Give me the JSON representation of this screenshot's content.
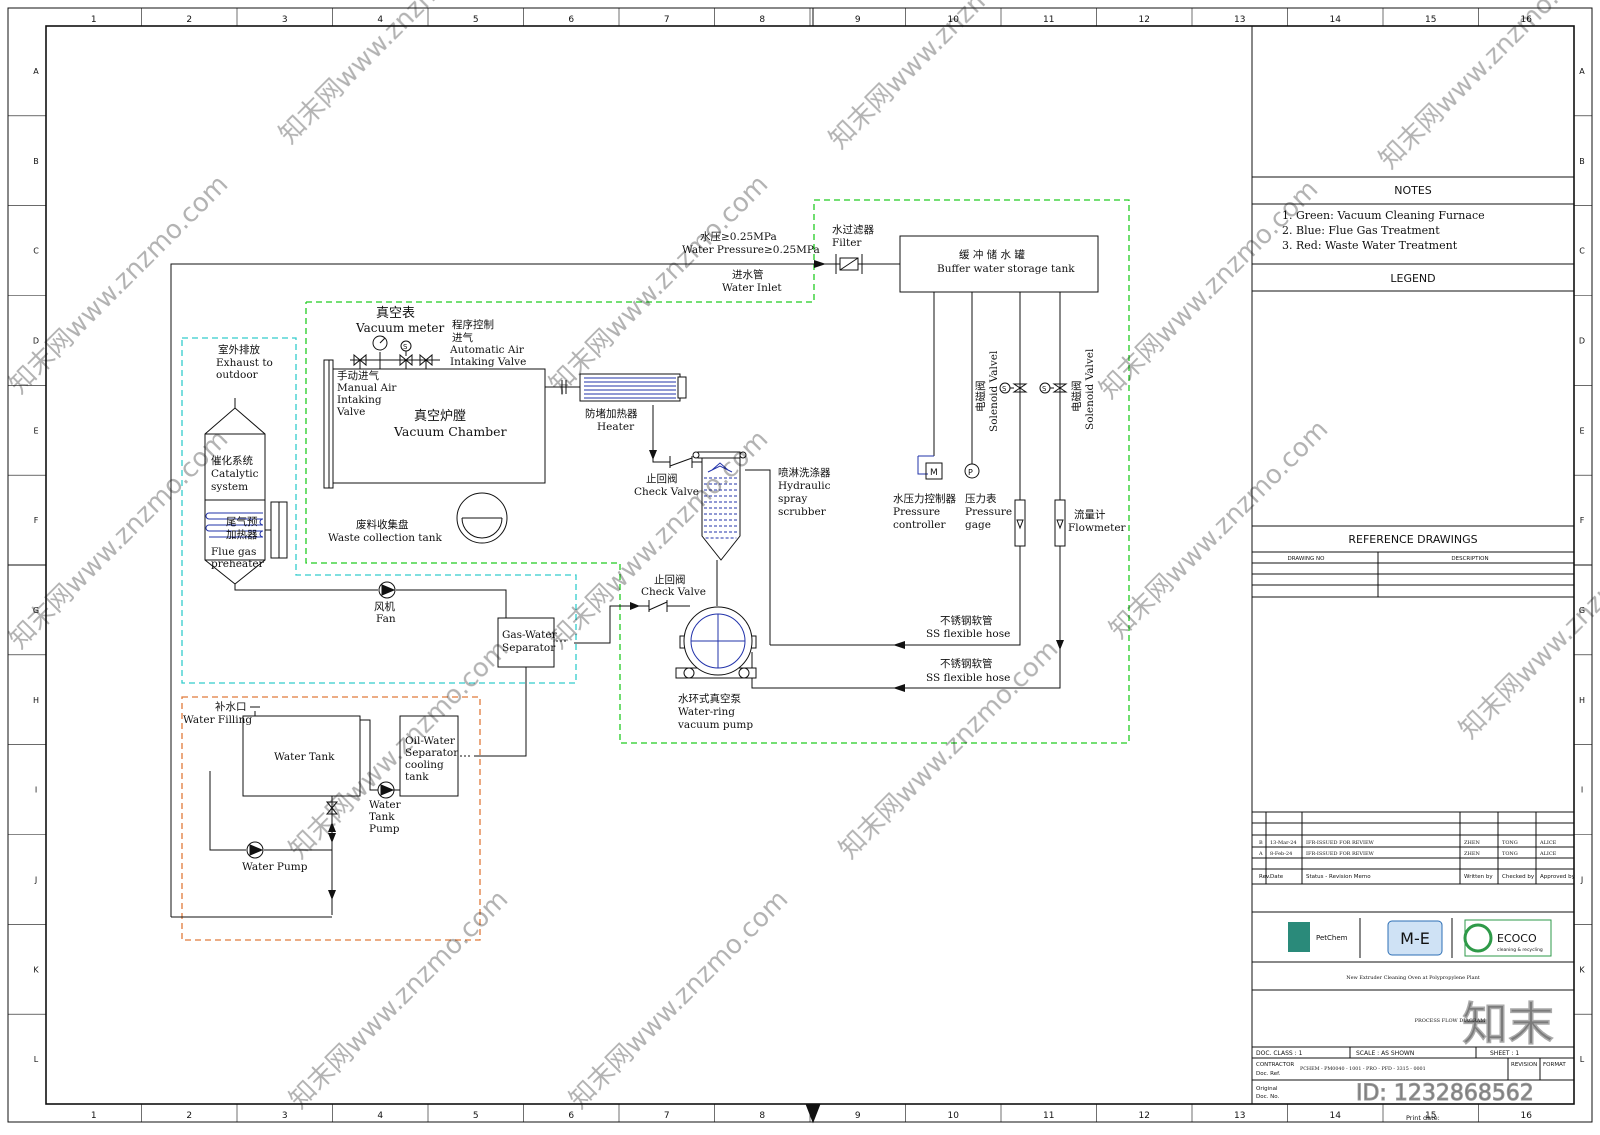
{
  "grid": {
    "cols": [
      "1",
      "2",
      "3",
      "4",
      "5",
      "6",
      "7",
      "8",
      "9",
      "10",
      "11",
      "12",
      "13",
      "14",
      "15",
      "16"
    ],
    "rows": [
      "A",
      "B",
      "C",
      "D",
      "E",
      "F",
      "G",
      "H",
      "I",
      "J",
      "K",
      "L"
    ]
  },
  "colors": {
    "green": "#22cc22",
    "cyan": "#33cccc",
    "orange": "#e07a3a",
    "blue": "#2233aa",
    "line": "#111111"
  },
  "labels": {
    "water_pressure_cn": "水压≥0.25MPa",
    "water_pressure_en": "Water Pressure≥0.25MPa",
    "water_inlet_cn": "进水管",
    "water_inlet_en": "Water Inlet",
    "filter_cn": "水过滤器",
    "filter_en": "Filter",
    "buffer_tank_cn": "缓 冲 储 水 罐",
    "buffer_tank_en": "Buffer water storage tank",
    "vacuum_meter_cn": "真空表",
    "vacuum_meter_en": "Vacuum meter",
    "auto_air_cn1": "程序控制",
    "auto_air_cn2": "进气",
    "auto_air_en1": "Automatic Air",
    "auto_air_en2": "Intaking Valve",
    "manual_air_cn": "手动进气",
    "manual_air_en1": "Manual Air",
    "manual_air_en2": "Intaking",
    "manual_air_en3": "Valve",
    "chamber_cn": "真空炉膛",
    "chamber_en": "Vacuum Chamber",
    "waste_cn": "废料收集盘",
    "waste_en": "Waste collection tank",
    "heater_cn": "防堵加热器",
    "heater_en": "Heater",
    "check_valve1_cn": "止回阀",
    "check_valve1_en": "Check Valve",
    "scrubber_cn": "喷淋洗涤器",
    "scrubber_en1": "Hydraulic",
    "scrubber_en2": "spray",
    "scrubber_en3": "scrubber",
    "exhaust_cn": "室外排放",
    "exhaust_en1": "Exhaust to",
    "exhaust_en2": "outdoor",
    "catalytic_cn": "催化系统",
    "catalytic_en1": "Catalytic",
    "catalytic_en2": "system",
    "preheater_cn1": "尾气预",
    "preheater_cn2": "加热器",
    "preheater_en1": "Flue gas",
    "preheater_en2": "preheater",
    "fan_cn": "风机",
    "fan_en": "Fan",
    "gws_en1": "Gas-Water",
    "gws_en2": "Separator",
    "check_valve2_cn": "止回阀",
    "check_valve2_en": "Check Valve",
    "vacuum_pump_cn": "水环式真空泵",
    "vacuum_pump_en1": "Water-ring",
    "vacuum_pump_en2": "vacuum pump",
    "solenoid_cn": "电磁阀",
    "solenoid_en": "Solenoid Valvel",
    "pressure_ctrl_cn": "水压力控制器",
    "pressure_ctrl_en1": "Pressure",
    "pressure_ctrl_en2": "controller",
    "pressure_gage_cn": "压力表",
    "pressure_gage_en1": "Pressure",
    "pressure_gage_en2": "gage",
    "flowmeter_cn": "流量计",
    "flowmeter_en": "Flowmeter",
    "hose_cn": "不锈钢软管",
    "hose_en": "SS flexible hose",
    "water_filling_cn": "补水口",
    "water_filling_en": "Water Filling",
    "water_tank": "Water Tank",
    "ows_en1": "Oil-Water",
    "ows_en2": "Separator",
    "ows_en3": "cooling",
    "ows_en4": "tank",
    "wt_pump_en1": "Water",
    "wt_pump_en2": "Tank",
    "wt_pump_en3": "Pump",
    "water_pump": "Water Pump",
    "M": "M",
    "P": "P",
    "S": "S"
  },
  "titleblock": {
    "notes_title": "NOTES",
    "notes": [
      "1. Green:  Vacuum Cleaning Furnace",
      "2. Blue: Flue Gas Treatment",
      "3. Red: Waste Water Treatment"
    ],
    "legend_title": "LEGEND",
    "ref_title": "REFERENCE DRAWINGS",
    "ref_col1": "DRAWING NO",
    "ref_col2": "DESCRIPTION",
    "rev_rows": [
      [
        "B",
        "13-Mar-24",
        "IFR-ISSUED FOR REVIEW",
        "ZHEN",
        "TONG",
        "ALICE"
      ],
      [
        "A",
        "8-Feb-24",
        "IFR-ISSUED FOR REVIEW",
        "ZHEN",
        "TONG",
        "ALICE"
      ]
    ],
    "rev_headers": [
      "Rev.",
      "Date",
      "Status - Revision Memo",
      "Written by",
      "Checked by",
      "Approved by"
    ],
    "logo1": "PetChem",
    "logo2": "M-E",
    "logo3": "ECOCO",
    "logo3_sub": "cleaning & recycling",
    "project": "New Extruder Cleaning Oven at Polypropylene Plant",
    "process_flow": "PROCESS FLOW DIAGRAM",
    "doc_class": "DOC. CLASS : 1",
    "scale": "SCALE : AS SHOWN",
    "sheet": "SHEET : 1",
    "contractor": "CONTRACTOR",
    "doc_ref": "Doc. Ref.",
    "doc_ref_val": "PCHEM - PM0040 - 1001 - PRO - PFD - 3315 - 0001",
    "revision": "REVISION",
    "format": "FORMAT",
    "original": "Original",
    "doc_no": "Doc. No.",
    "print_date": "Print date:"
  },
  "watermark": {
    "text": "知末网www.znzmo.com",
    "logo": "知末",
    "id": "ID: 1232868562"
  }
}
